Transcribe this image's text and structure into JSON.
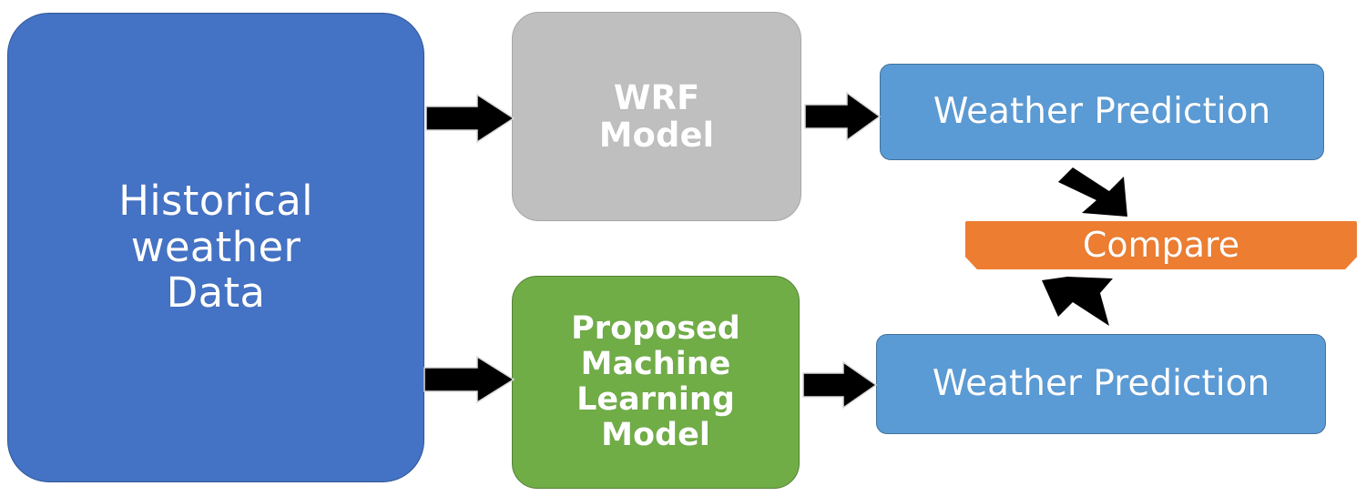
{
  "diagram": {
    "title": "Weather prediction methodology comparison flowchart",
    "colors": {
      "data_block": "#4472C4",
      "wrf_block": "#BFBFBF",
      "ml_block": "#70AD47",
      "prediction_block": "#5B9BD5",
      "compare_block": "#ED7D31",
      "arrow": "#000000",
      "text": "#FFFFFF",
      "background": "#FFFFFF"
    },
    "nodes": {
      "historical_data": {
        "label": "Historical\nweather\nData",
        "shape": "rounded-rectangle",
        "color": "#4472C4"
      },
      "wrf_model": {
        "label": "WRF\nModel",
        "shape": "rounded-rectangle",
        "color": "#BFBFBF"
      },
      "ml_model": {
        "label": "Proposed\nMachine\nLearning\nModel",
        "shape": "rounded-rectangle",
        "color": "#70AD47"
      },
      "prediction_top": {
        "label": "Weather Prediction",
        "shape": "rounded-rectangle",
        "color": "#5B9BD5"
      },
      "prediction_bottom": {
        "label": "Weather Prediction",
        "shape": "rounded-rectangle",
        "color": "#5B9BD5"
      },
      "compare": {
        "label": "Compare",
        "shape": "banner-chamfered",
        "color": "#ED7D31"
      }
    },
    "edges": [
      {
        "from": "historical_data",
        "to": "wrf_model",
        "style": "block-arrow-right"
      },
      {
        "from": "historical_data",
        "to": "ml_model",
        "style": "block-arrow-right"
      },
      {
        "from": "wrf_model",
        "to": "prediction_top",
        "style": "block-arrow-right"
      },
      {
        "from": "ml_model",
        "to": "prediction_bottom",
        "style": "block-arrow-right"
      },
      {
        "from": "prediction_top",
        "to": "compare",
        "style": "block-arrow-diagonal-down-right"
      },
      {
        "from": "prediction_bottom",
        "to": "compare",
        "style": "block-arrow-diagonal-up-right"
      }
    ]
  }
}
